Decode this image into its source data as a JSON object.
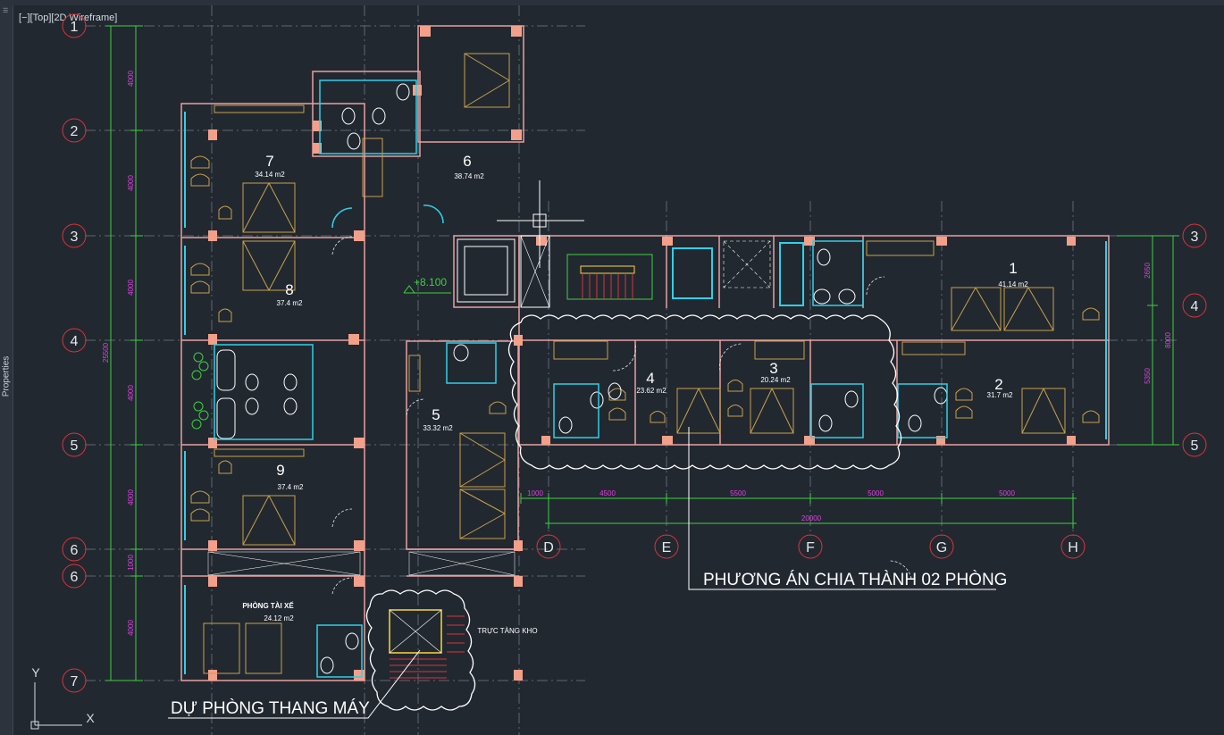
{
  "viewport": {
    "label": "[−][Top][2D Wireframe]"
  },
  "palette": {
    "label": "Properties"
  },
  "grid": {
    "rows": [
      "1",
      "2",
      "3",
      "4",
      "5",
      "6",
      "6",
      "7"
    ],
    "right_rows": [
      "3",
      "4",
      "5"
    ],
    "cols": [
      "D",
      "E",
      "F",
      "G",
      "H"
    ]
  },
  "dims": {
    "left_total": "25500",
    "left_segments": [
      "4000",
      "4000",
      "4000",
      "4000",
      "4000",
      "1000",
      "4000"
    ],
    "right_segments": [
      "2650",
      "5350"
    ],
    "right_total": "8000",
    "bottom_segments": [
      "1000",
      "4500",
      "5500",
      "5000",
      "5000"
    ],
    "bottom_total": "20000"
  },
  "rooms": [
    {
      "num": "1",
      "area": "41.14 m2"
    },
    {
      "num": "2",
      "area": "31.7 m2"
    },
    {
      "num": "3",
      "area": "20.24 m2"
    },
    {
      "num": "4",
      "area": "23.62 m2"
    },
    {
      "num": "5",
      "area": "33.32 m2"
    },
    {
      "num": "6",
      "area": "38.74 m2"
    },
    {
      "num": "7",
      "area": "34.14 m2"
    },
    {
      "num": "8",
      "area": "37.4 m2"
    },
    {
      "num": "9",
      "area": "37.4 m2"
    }
  ],
  "driver_room": {
    "name": "PHÒNG TÀI XẾ",
    "area": "24.12 m2"
  },
  "level_mark": "+8.100",
  "shaft_label": "TRỰC TÀNG KHO",
  "annotations": {
    "split": "PHƯƠNG ÁN CHIA THÀNH 02 PHÒNG",
    "elevator": "DỰ PHÒNG THANG MÁY"
  },
  "ucs": {
    "x": "X",
    "y": "Y"
  }
}
